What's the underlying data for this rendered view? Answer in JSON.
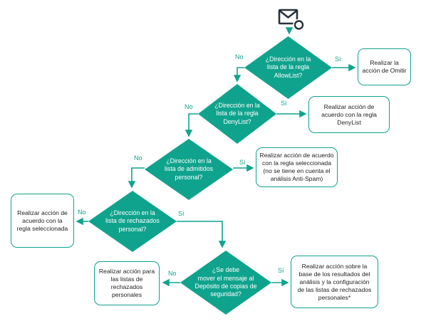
{
  "colors": {
    "teal": "#0FA38D",
    "text_dark": "#1E1E1E",
    "icon_dark": "#28323C",
    "background": "#FFFFFF",
    "diamond_text": "#FFFFFF"
  },
  "icon": {
    "name": "email-icon"
  },
  "decisions": {
    "allowlist": "¿Dirección en la\nlista de la regla\nAllowList?",
    "denylist": "¿Dirección en la\nlista de la regla\nDenyList?",
    "admitted_personal": "¿Dirección en la\nlista de admitidos\npersonal?",
    "rejected_personal": "¿Dirección en la\nlista de rechazados\npersonal?",
    "backup_storage": "¿Se debe\nmover el mensaje al\nDepósito de copias de\nseguridad?"
  },
  "actions": {
    "omit": "Realizar la\nacción de Omitir",
    "denylist_rule": "Realizar acción de\nacuerdo con la regla\nDenyList",
    "selected_rule_no_antispam": "Realizar acción de acuerdo\ncon la regla seleccionada\n(no se tiene en cuenta el\nanálisis Anti-Spam)",
    "selected_rule": "Realizar acción de\nacuerdo con la\nregla seleccionada",
    "personal_reject_lists": "Realizar acción para\nlas listas de\nrechazados\npersonales",
    "analysis_results": "Realizar acción sobre la\nbase de los resultados del\nanálisis y la configuración\nde las listas de rechazados\npersonales*"
  },
  "edge_labels": {
    "allowlist_no": "No",
    "allowlist_yes": "Sí",
    "denylist_no": "No",
    "denylist_yes": "Sí",
    "admitted_no": "No",
    "admitted_yes": "Sí",
    "rejected_no": "No",
    "rejected_yes": "Sí",
    "backup_no": "No",
    "backup_yes": "Sí"
  }
}
